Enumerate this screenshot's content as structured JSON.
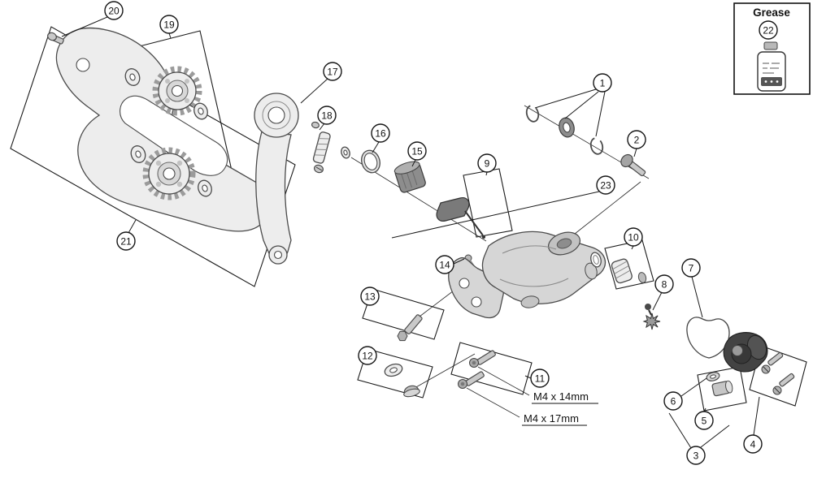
{
  "grease_panel": {
    "title": "Grease"
  },
  "annotations": {
    "m4x14": "M4 x 14mm",
    "m4x17": "M4 x 17mm"
  },
  "callouts": {
    "c1": "1",
    "c2": "2",
    "c3": "3",
    "c4": "4",
    "c5": "5",
    "c6": "6",
    "c7": "7",
    "c8": "8",
    "c9": "9",
    "c10": "10",
    "c11": "11",
    "c12": "12",
    "c13": "13",
    "c14": "14",
    "c15": "15",
    "c16": "16",
    "c17": "17",
    "c18": "18",
    "c19": "19",
    "c20": "20",
    "c21": "21",
    "c22": "22",
    "c23": "23"
  },
  "colors": {
    "line": "#1a1a1a",
    "part_light": "#ededed",
    "part_dark": "#6f6f6f",
    "background": "#ffffff"
  }
}
